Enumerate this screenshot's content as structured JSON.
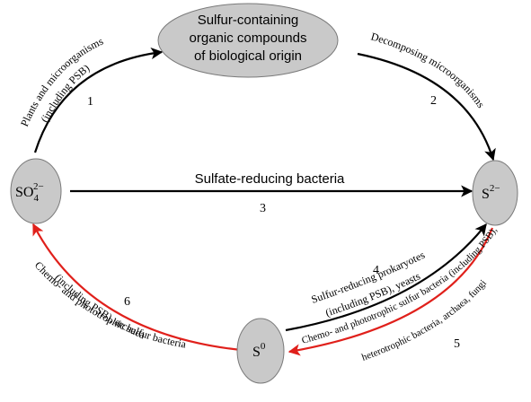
{
  "nodes": {
    "organic": {
      "line1": "Sulfur-containing",
      "line2": "organic compounds",
      "line3": "of biological origin"
    },
    "sulfate": {
      "base": "SO",
      "sub": "4",
      "sup": "2−"
    },
    "sulfide": {
      "base": "S",
      "sup": "2−"
    },
    "sulfur": {
      "base": "S",
      "sup": "0"
    }
  },
  "processes": {
    "p1": {
      "number": "1",
      "line1": "Plants and microorganisms",
      "line2": "(including PSB)"
    },
    "p2": {
      "number": "2",
      "line1": "Decomposing microorganisms"
    },
    "p3": {
      "number": "3",
      "line1": "Sulfate-reducing bacteria"
    },
    "p4": {
      "number": "4",
      "line1": "Sulfur-reducing prokaryotes",
      "line2": "(including PSB), yeasts"
    },
    "p5": {
      "number": "5",
      "line1": "Chemo- and phototrophic sulfur bacteria (including PSB),",
      "line2": "heterotrophic bacteria, archaea, fungi"
    },
    "p6": {
      "number": "6",
      "line1": "Chemo- and phototrophic sulfur bacteria",
      "line2": "(including PSB), archaea"
    }
  },
  "colors": {
    "node_fill": "#c9c9c9",
    "arrow_black": "#000000",
    "arrow_red": "#e0201b"
  }
}
